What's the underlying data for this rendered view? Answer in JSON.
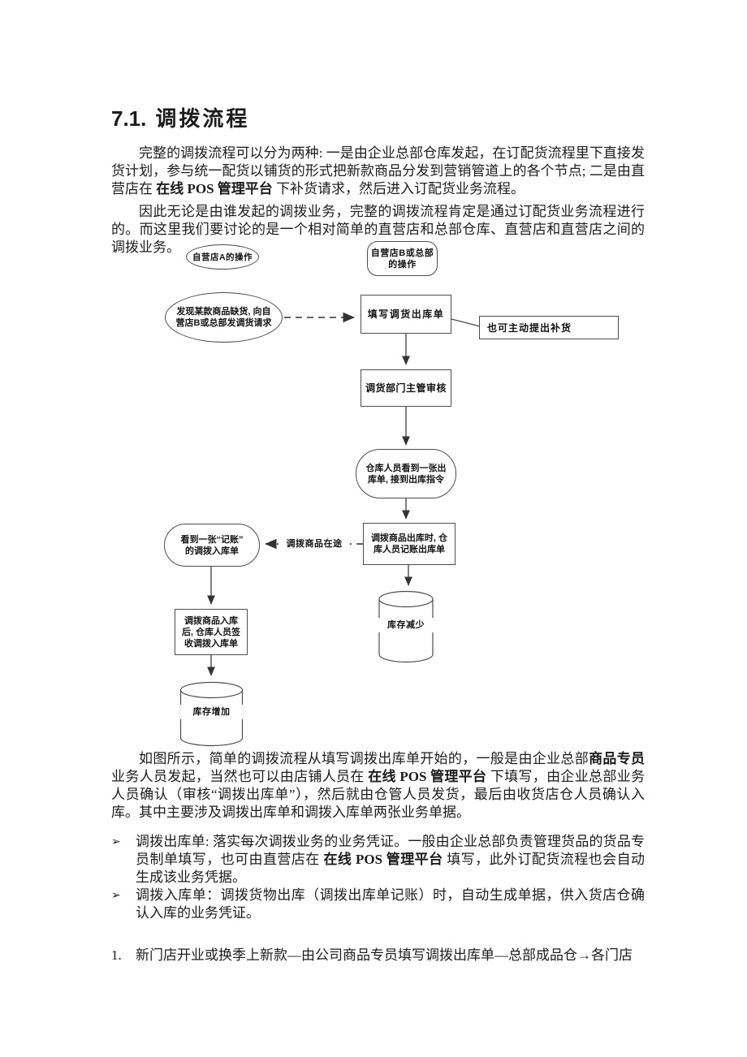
{
  "page": {
    "title_number": "7.1.",
    "title_text": "调拨流程",
    "p1": [
      {
        "t": "完整的调拨流程可以分为两种: 一是由企业总部仓库发起，在订配货流程里下直接发货计划，参与统一配货以铺货的形式把新款商品分发到营销管道上的各个节点; 二是由直营店在 "
      },
      {
        "t": "在线 POS 管理平台",
        "b": 1
      },
      {
        "t": " 下补货请求，然后进入订配货业务流程。"
      }
    ],
    "p2": [
      {
        "t": "因此无论是由谁发起的调拨业务，完整的调拨流程肯定是通过订配货业务流程进行的。而这里我们要讨论的是一个相对简单的直营店和总部仓库、直营店和直营店之间的调拨业务。"
      }
    ],
    "p3": [
      {
        "t": "如图所示，简单的调拨流程从填写调拨出库单开始的，一般是由企业总部"
      },
      {
        "t": "商品专员",
        "b": 1
      },
      {
        "t": "业务人员发起，当然也可以由店铺人员在 "
      },
      {
        "t": "在线 POS 管理平台",
        "b": 1
      },
      {
        "t": " 下填写，由企业总部业务人员确认（审核“调拨出库单”），然后就由仓管人员发货，最后由收货店仓人员确认入库。其中主要涉及调拨出库单和调拨入库单两张业务单据。"
      }
    ],
    "bullets": [
      {
        "marker": "➢",
        "segments": [
          {
            "t": "调拨出库单: 落实每次调拨业务的业务凭证。一般由企业总部负责管理货品的货品专员制单填写，也可由直营店在 "
          },
          {
            "t": "在线 POS 管理平台",
            "b": 1
          },
          {
            "t": " 填写，此外订配货流程也会自动生成该业务凭据。"
          }
        ]
      },
      {
        "marker": "➢",
        "segments": [
          {
            "t": "调拨入库单：调拨货物出库（调拨出库单记账）时，自动生成单据，供入货店仓确认入库的业务凭证。"
          }
        ]
      }
    ],
    "numbered": [
      {
        "number": "1.",
        "segments": [
          {
            "t": "新门店开业或换季上新款—由公司商品专员填写调拨出库单—总部成品仓"
          },
          {
            "t": "→",
            "b": 1
          },
          {
            "t": "各门店"
          }
        ]
      }
    ]
  },
  "flowchart": {
    "nodes": {
      "store_a": "自营店A的操作",
      "store_b": "自营店B或总部\n的操作",
      "discover": "发现某款商品缺货, 向自\n营店B或总部发调货请求",
      "fill_order": "填写调货出库单",
      "side_note": "也可主动提出补货",
      "review": "调货部门主管审核",
      "warehouse_sees": "仓库人员看到一张出\n库单, 接到出库指令",
      "sees_posting": "看到一张“记账”\n的调拨入库单",
      "in_transit": "调拨商品在途",
      "outbound": "调拨商品出库时, 仓\n库人员记账出库单",
      "stock_decrease": "库存减少",
      "inbound": "调拨商品入库\n后, 仓库人员签\n收调拨入库单",
      "stock_increase": "库存增加"
    },
    "colors": {
      "line": "#4d4d4d",
      "text": "#141414"
    }
  }
}
